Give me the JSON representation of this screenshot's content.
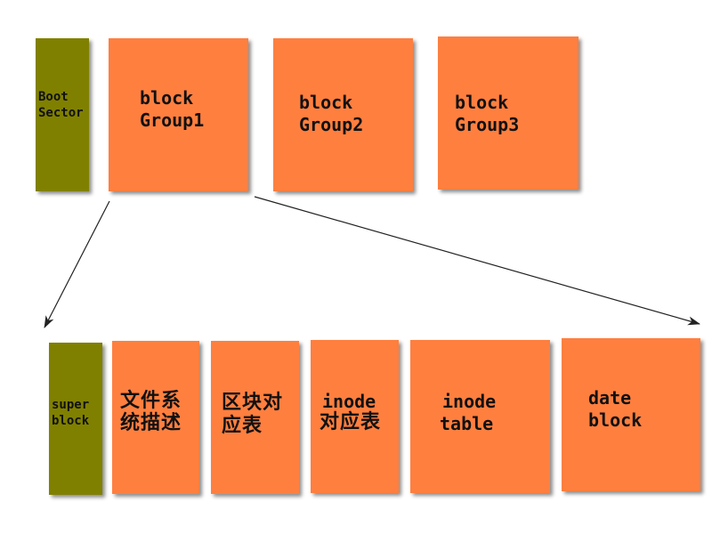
{
  "top_row": {
    "boot_sector": {
      "line1": "Boot",
      "line2": "Sector"
    },
    "groups": [
      {
        "line1": "block",
        "line2": "Group1"
      },
      {
        "line1": "block",
        "line2": "Group2"
      },
      {
        "line1": "block",
        "line2": "Group3"
      }
    ]
  },
  "bottom_row": {
    "super_block": {
      "line1": "super",
      "line2": "block"
    },
    "parts": [
      {
        "line1": "文件系",
        "line2": "统描述"
      },
      {
        "line1": "区块对",
        "line2": "应表"
      },
      {
        "line1": "inode",
        "line2": "对应表"
      },
      {
        "line1": "inode",
        "line2": "table"
      },
      {
        "line1": "date",
        "line2": "block"
      }
    ]
  },
  "colors": {
    "olive": "#808000",
    "orange": "#ff7f3f",
    "arrow": "#222222"
  }
}
